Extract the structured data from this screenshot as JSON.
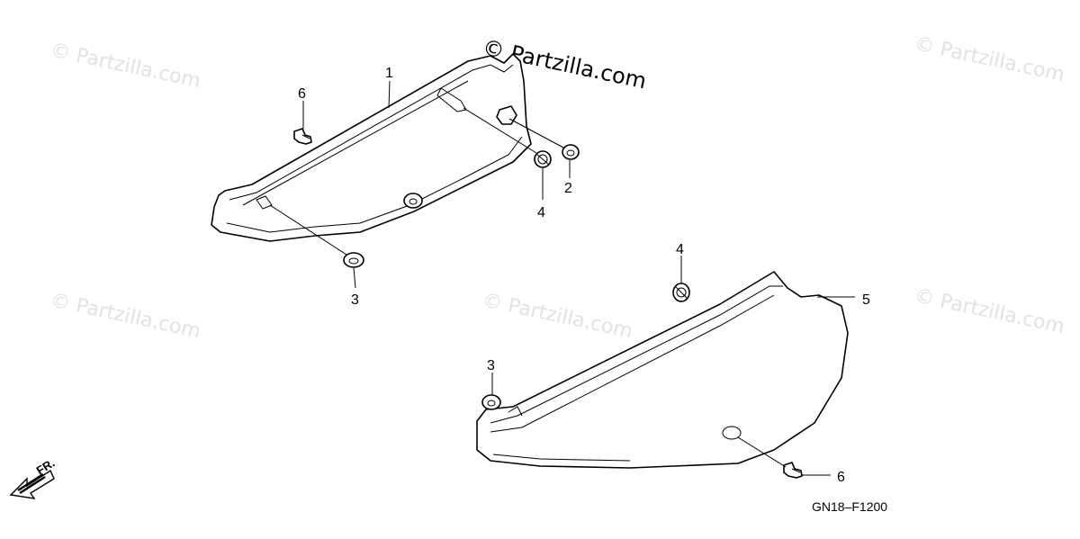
{
  "watermark": {
    "main_text": "© Partzilla.com",
    "faint_text": "© Partzilla.com"
  },
  "callouts": {
    "c1": "1",
    "c2": "2",
    "c3a": "3",
    "c3b": "3",
    "c4a": "4",
    "c4b": "4",
    "c5": "5",
    "c6a": "6",
    "c6b": "6"
  },
  "direction_label": "FR.",
  "drawing_code": "GN18–F1200",
  "icons": [
    "front-direction-arrow-icon"
  ]
}
